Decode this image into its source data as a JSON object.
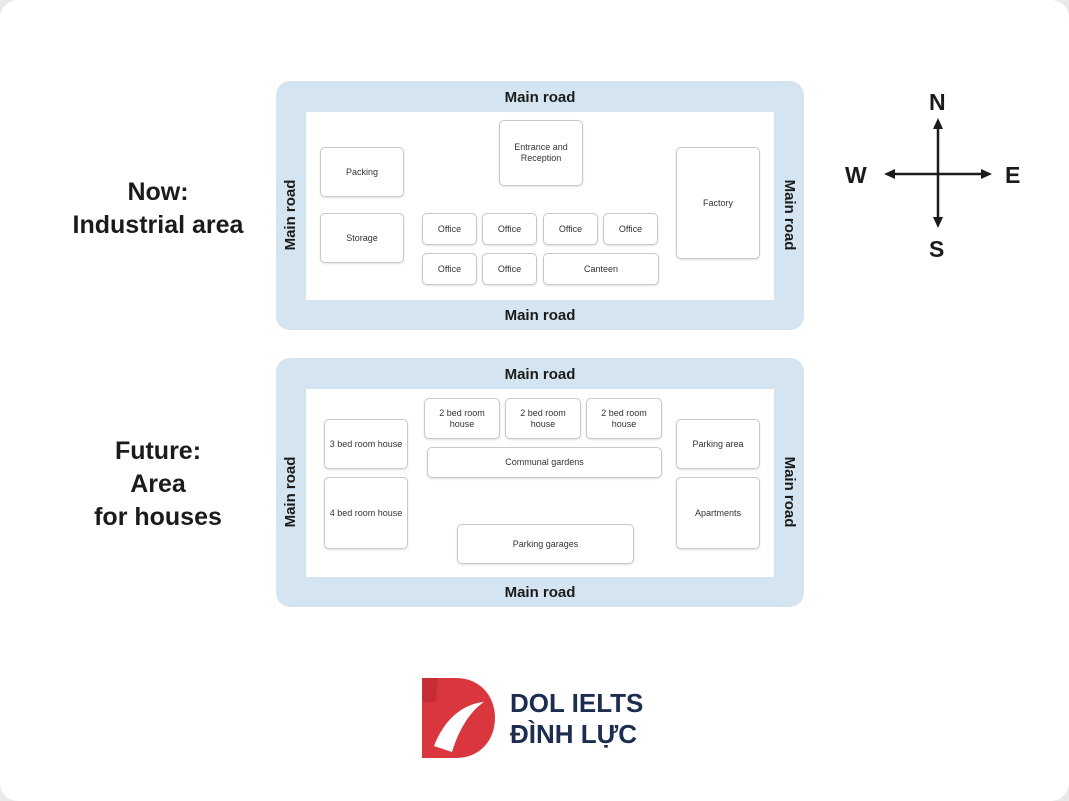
{
  "maps": [
    {
      "label_lines": [
        "Now:",
        "Industrial area"
      ],
      "roads": {
        "top": "Main road",
        "bottom": "Main road",
        "left": "Main road",
        "right": "Main road"
      },
      "buildings": {
        "packing": "Packing",
        "storage": "Storage",
        "entrance": "Entrance and Reception",
        "office_1": "Office",
        "office_2": "Office",
        "office_3": "Office",
        "office_4": "Office",
        "office_5": "Office",
        "office_6": "Office",
        "canteen": "Canteen",
        "factory": "Factory"
      }
    },
    {
      "label_lines": [
        "Future:",
        "Area",
        "for houses"
      ],
      "roads": {
        "top": "Main road",
        "bottom": "Main road",
        "left": "Main road",
        "right": "Main road"
      },
      "buildings": {
        "house3": "3 bed room house",
        "house4": "4 bed room house",
        "house2_a": "2 bed room house",
        "house2_b": "2 bed room house",
        "house2_c": "2 bed room house",
        "gardens": "Communal gardens",
        "parking_area": "Parking area",
        "apartments": "Apartments",
        "parking_garages": "Parking garages"
      }
    }
  ],
  "compass": {
    "north": "N",
    "south": "S",
    "east": "E",
    "west": "W"
  },
  "logo": {
    "line1": "DOL IELTS",
    "line2": "ĐÌNH LỰC",
    "brand_color": "#d9363e",
    "text_color": "#1c2d4f"
  }
}
